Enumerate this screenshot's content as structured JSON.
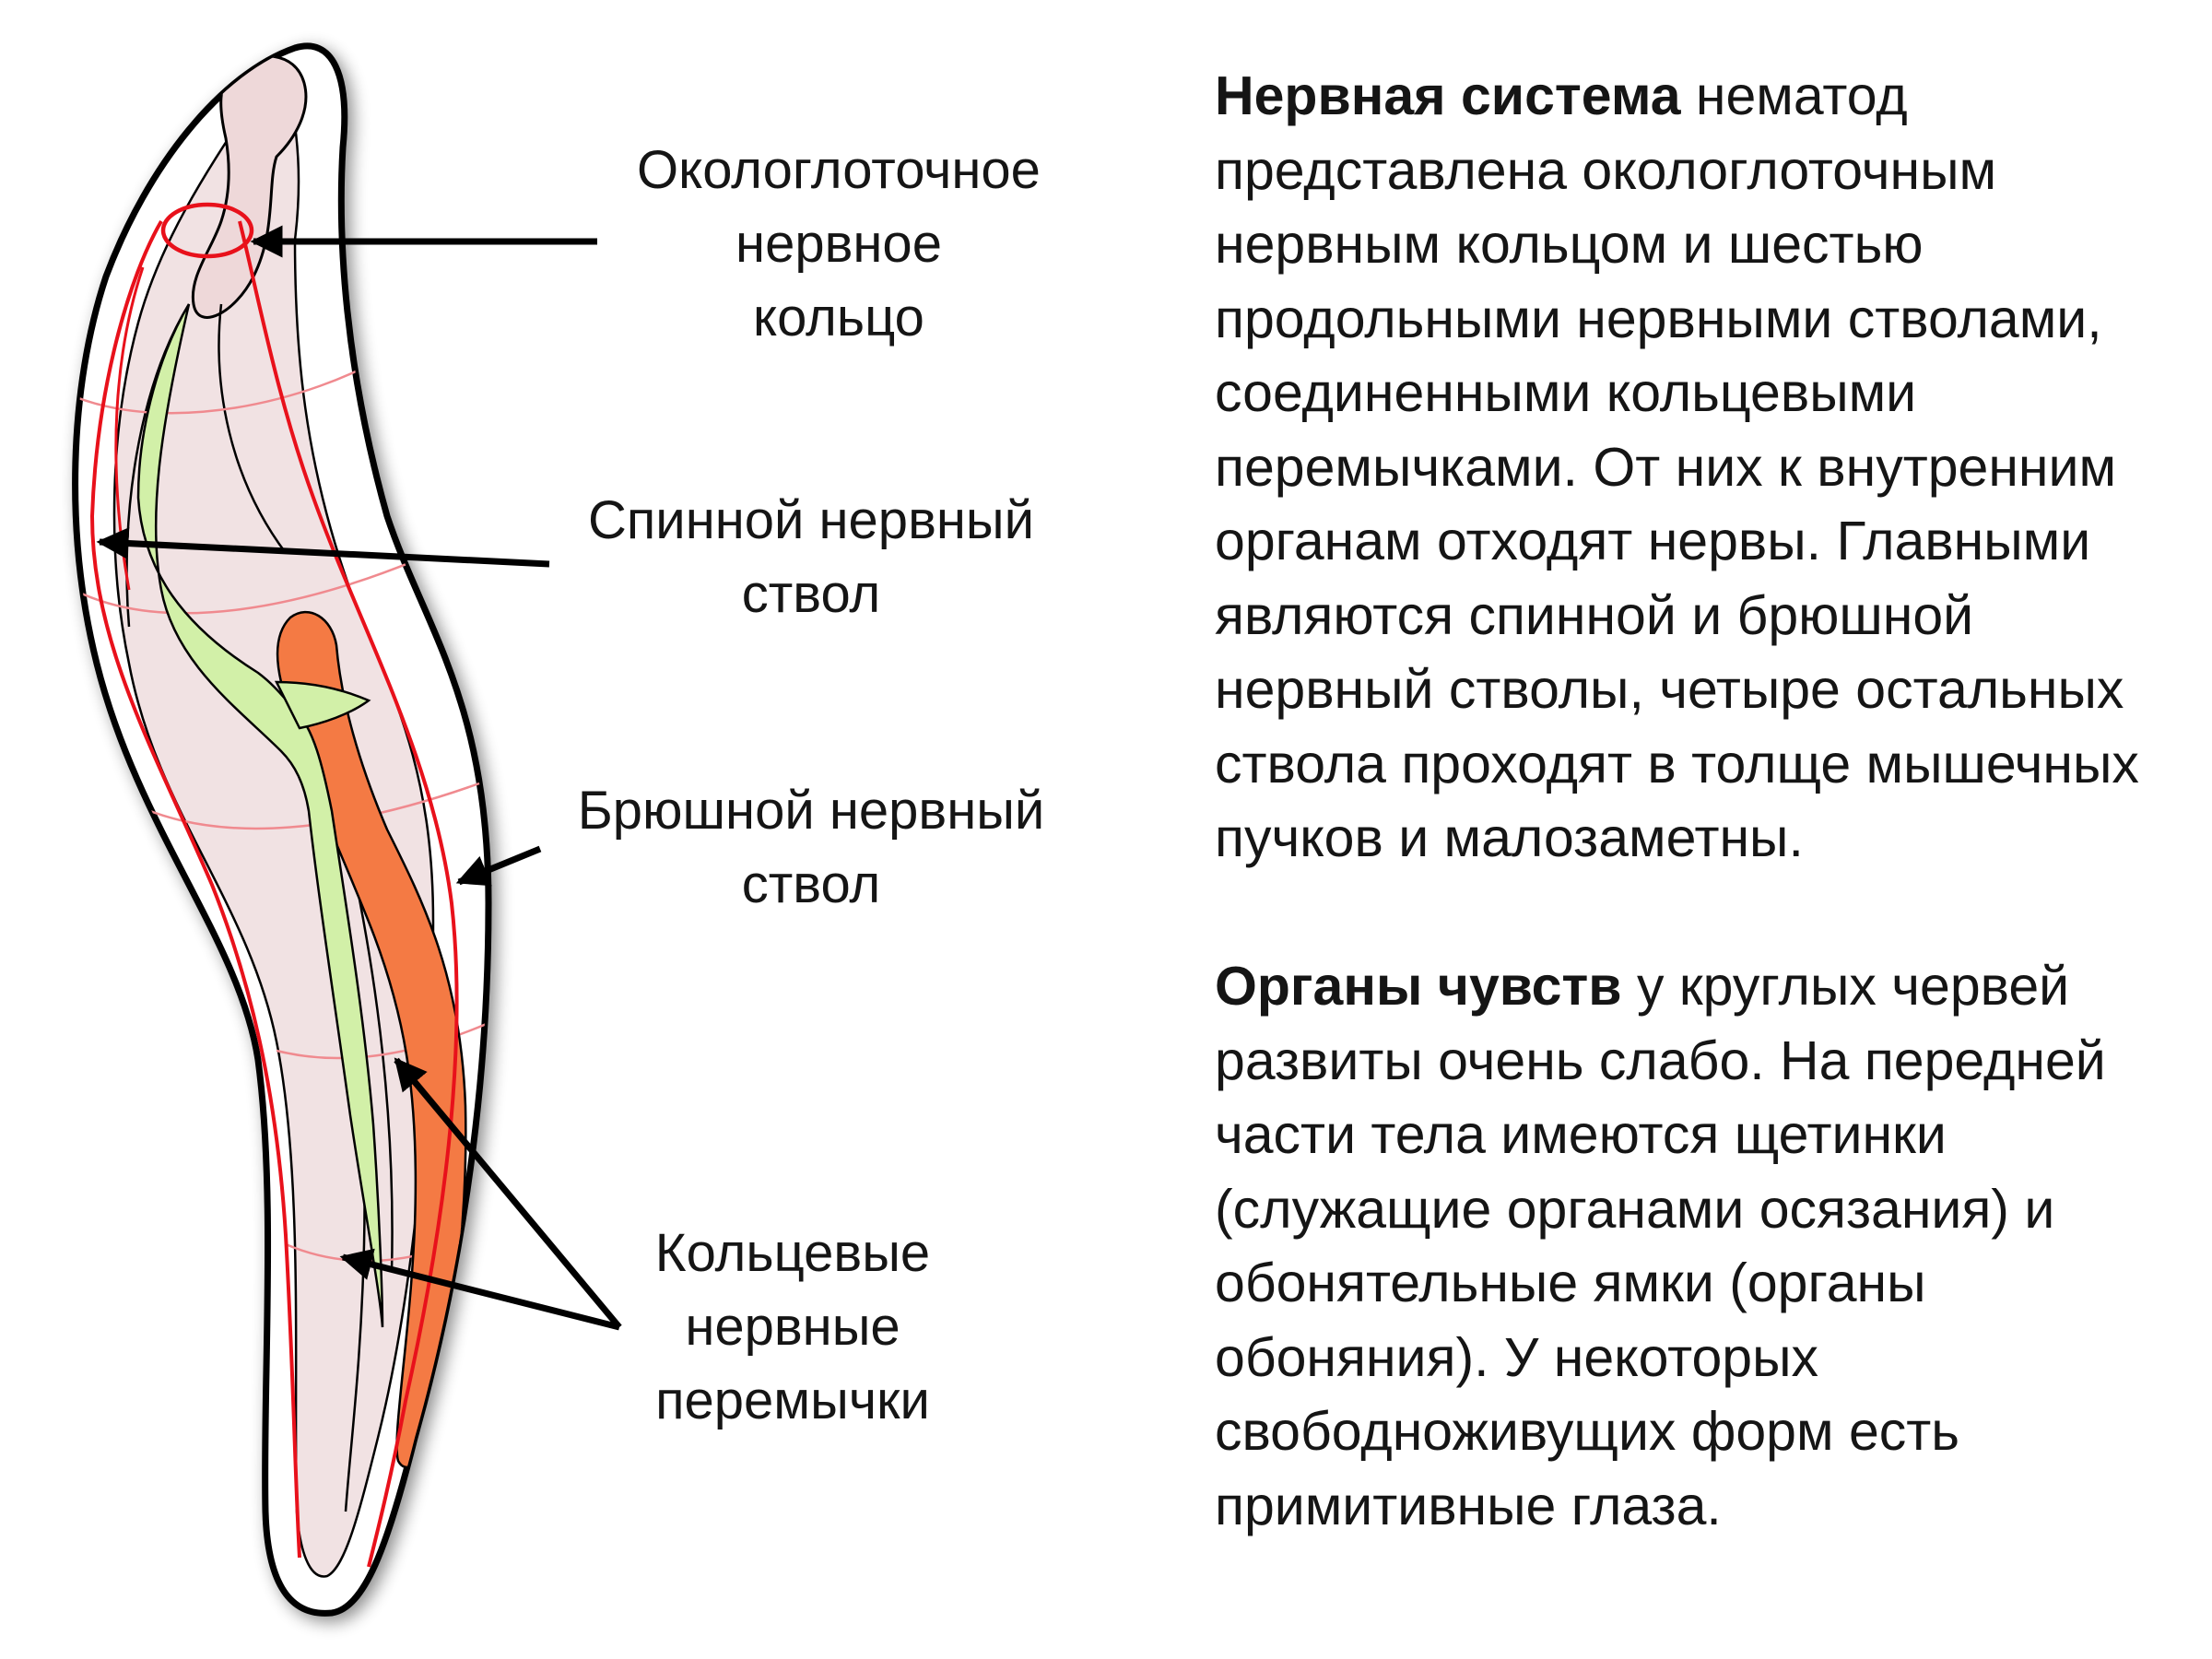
{
  "labels": {
    "nerve_ring": "Окологлоточное\nнервное\n кольцо",
    "dorsal_trunk": "Спинной нервный\nствол",
    "ventral_trunk": "Брюшной нервный\nствол",
    "ring_commissures": "Кольцевые\nнервные\nперемычки"
  },
  "text": {
    "nervous_system": {
      "term": "Нервная система",
      "body": " нематод представлена окологлоточным нервным кольцом и шестью продольными нервными стволами, соединенными кольцевыми перемычками. От них к внутренним органам отходят нервы. Главными являются спинной и брюшной нервный стволы, четыре остальных ствола проходят в толще мышечных пучков и малозаметны."
    },
    "sense_organs": {
      "term": "Органы чувств",
      "body": " у круглых червей развиты очень слабо. На передней части тела имеются щетинки (служащие органами осязания) и обонятельные ямки (органы обоняния). У некоторых свободноживущих форм есть примитивные глаза."
    }
  },
  "colors": {
    "body_fill": "#f1e2e3",
    "outline": "#000000",
    "nerve_red": "#e8111b",
    "intestine_green": "#d2f0a8",
    "gonad_orange": "#f47a44",
    "background": "#ffffff"
  }
}
